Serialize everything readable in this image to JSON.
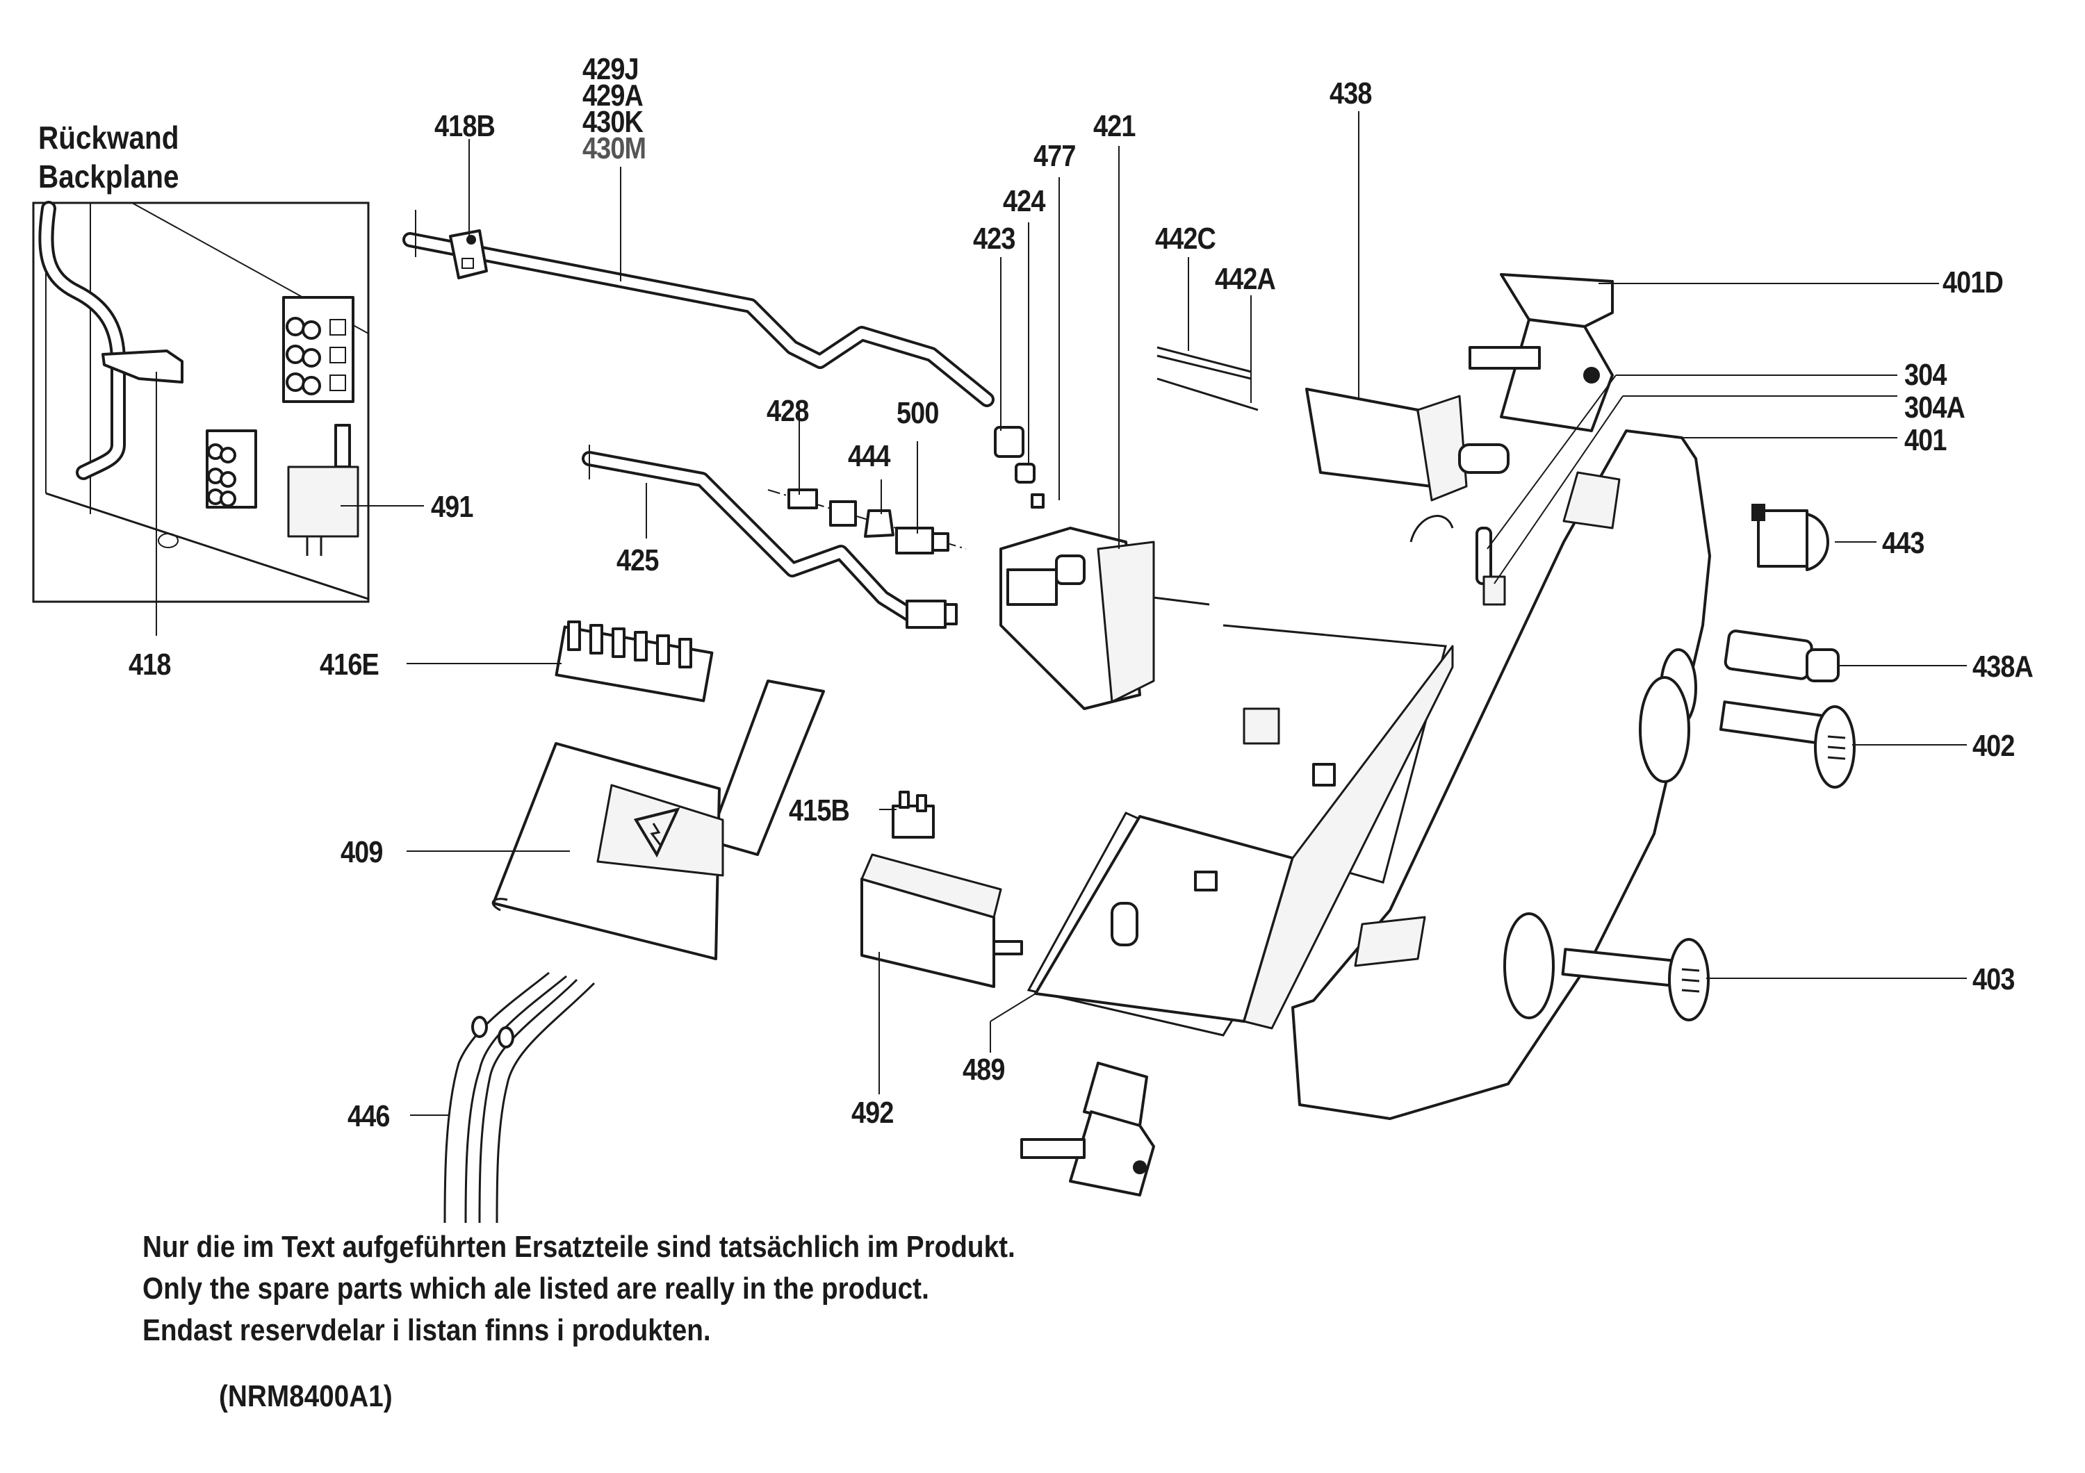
{
  "inset": {
    "title_line1": "Rückwand",
    "title_line2": "Backplane"
  },
  "labels": {
    "p418B": "418B",
    "p429J": "429J",
    "p429A": "429A",
    "p430K": "430K",
    "p430M": "430M",
    "p421": "421",
    "p477": "477",
    "p424": "424",
    "p423": "423",
    "p438": "438",
    "p442C": "442C",
    "p442A": "442A",
    "p401D": "401D",
    "p304": "304",
    "p304A": "304A",
    "p401": "401",
    "p443": "443",
    "p438A": "438A",
    "p402": "402",
    "p403": "403",
    "p428": "428",
    "p444": "444",
    "p500": "500",
    "p425": "425",
    "p491": "491",
    "p418": "418",
    "p416E": "416E",
    "p415B": "415B",
    "p409": "409",
    "p492": "492",
    "p489": "489",
    "p446": "446"
  },
  "notes": {
    "line_de": "Nur die im Text aufgeführten Ersatzteile sind tatsächlich im Produkt.",
    "line_en": "Only the spare parts which ale listed are really in the product.",
    "line_sv": "Endast reservdelar i listan finns i produkten."
  },
  "drawing_code": "(NRM8400A1)",
  "icons": {
    "warning_symbol": "high-voltage-warning-icon"
  }
}
